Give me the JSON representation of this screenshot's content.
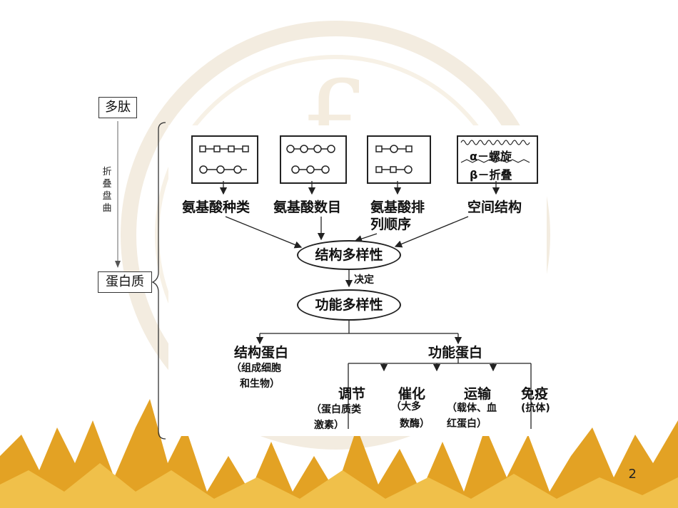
{
  "left": {
    "top_box": "多肽",
    "bottom_box": "蛋白质",
    "process_chars": [
      "折",
      "叠",
      "盘",
      "曲"
    ]
  },
  "panels": {
    "helix_label": "α－螺旋",
    "sheet_label": "β－折叠"
  },
  "factors": {
    "kind": "氨基酸种类",
    "count": "氨基酸数目",
    "order_line1": "氨基酸排",
    "order_line2": "列顺序",
    "space": "空间结构"
  },
  "structure_diversity": "结构多样性",
  "decides": "决定",
  "function_diversity": "功能多样性",
  "structural_protein": {
    "title": "结构蛋白",
    "note_line1": "（组成细胞",
    "note_line2": "和生物）"
  },
  "functional_protein": "功能蛋白",
  "functions": [
    {
      "title": "调节",
      "note1": "（蛋白质类",
      "note2": "激素）"
    },
    {
      "title": "催化",
      "note1": "（大多",
      "note2": "数酶）"
    },
    {
      "title": "运输",
      "note1": "（载体、血",
      "note2": "红蛋白）"
    },
    {
      "title": "免疫",
      "note1": "(抗体)",
      "note2": ""
    }
  ],
  "page_number": "2"
}
